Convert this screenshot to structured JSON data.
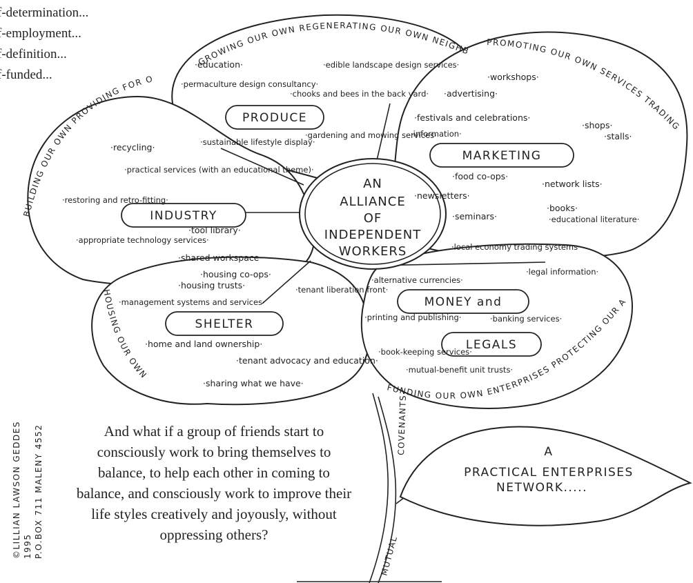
{
  "side_list": [
    "f-determination...",
    "f-employment...",
    "f-definition...",
    "f-funded..."
  ],
  "center": {
    "line1": "AN",
    "line2": "ALLIANCE",
    "line3": "OF",
    "line4": "INDEPENDENT",
    "line5": "WORKERS"
  },
  "petals": {
    "produce": {
      "arc": "GROWING OUR OWN  REGENERATING OUR OWN NEIGHBOURHOODS",
      "label": "PRODUCE",
      "items": [
        "·education·",
        "·edible landscape design services·",
        "·permaculture design consultancy·",
        "·chooks and bees in the back yard·",
        "·sustainable lifestyle display·",
        "·gardening and mowing services·"
      ]
    },
    "marketing": {
      "arc": "PROMOTING OUR OWN SERVICES TRADING OUR OWN ITEMS",
      "label": "MARKETING",
      "items": [
        "·workshops·",
        "·advertising·",
        "·festivals and celebrations·",
        "·shops·",
        "·stalls·",
        "·information·",
        "·food co-ops·",
        "·network lists·",
        "·newsletters·",
        "·seminars·",
        "·books·",
        "·educational literature·"
      ]
    },
    "industry": {
      "arc": "BUILDING OUR OWN  PROVIDING FOR OUR OWN NEEDS",
      "label": "INDUSTRY",
      "items": [
        "·recycling·",
        "·practical services (with an educational theme)·",
        "·restoring and retro-fitting·",
        "·appropriate technology services·",
        "·tool library·",
        "·shared workspace·"
      ]
    },
    "shelter": {
      "arc": "HOUSING OUR OWN",
      "label": "SHELTER",
      "items": [
        "·housing co-ops·",
        "·housing trusts·",
        "·management systems and services·",
        "·tenant liberation front·",
        "·home and land ownership·",
        "·tenant advocacy and education·",
        "·sharing what we have·"
      ]
    },
    "money": {
      "arc": "FUNDING OUR OWN ENTERPRISES  PROTECTING OUR ASSETS",
      "label": "MONEY and",
      "label2": "LEGALS",
      "items": [
        "·local economy trading systems·",
        "·alternative currencies·",
        "·legal information·",
        "·printing and publishing·",
        "·banking services·",
        "·book-keeping services·",
        "·mutual-benefit unit trusts·"
      ]
    }
  },
  "stem": {
    "label1": "COVENANTS",
    "label2": "MUTUAL"
  },
  "leaf": {
    "line1": "A",
    "line2": "PRACTICAL ENTERPRISES",
    "line3": "NETWORK....."
  },
  "caption": "And what if a group of friends start to consciously work to bring themselves to balance, to help each other in coming to balance, and consciously work to improve their life styles creatively and joyously, without oppressing others?",
  "credit": {
    "line1": "©LILLIAN LAWSON GEDDES 1995",
    "line2": "P.O.BOX 711 MALENY 4552"
  }
}
